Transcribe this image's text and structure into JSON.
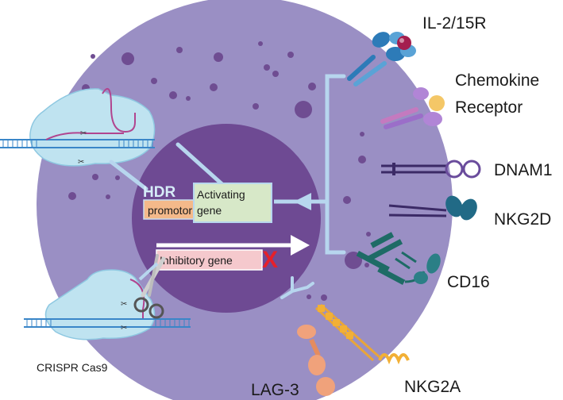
{
  "labels": {
    "il2": "IL-2/15R",
    "chemokine_line1": "Chemokine",
    "chemokine_line2": "Receptor",
    "dnam1": "DNAM1",
    "nkg2d": "NKG2D",
    "cd16": "CD16",
    "nkg2a": "NKG2A",
    "lag3": "LAG-3",
    "crispr": "CRISPR Cas9",
    "hdr": "HDR",
    "promotor": "promotor",
    "activating_line1": "Activating",
    "activating_line2": "gene",
    "inhibitory": "Inhibitory gene",
    "knockout_mark": "X"
  },
  "colors": {
    "cell": "#9a8fc4",
    "nucleus": "#6e4a93",
    "vesicle": "#6f4d92",
    "arrow": "#b7d6ee",
    "dna": "#3a86c8",
    "cas9": "#bfe3f0",
    "promotor_box": "#f4b98a",
    "activating_box": "#d7e8c8",
    "inhibitory_box": "#f5c9cd",
    "knockout": "#e6202a"
  },
  "icons": {
    "scissors": "scissors-icon"
  }
}
